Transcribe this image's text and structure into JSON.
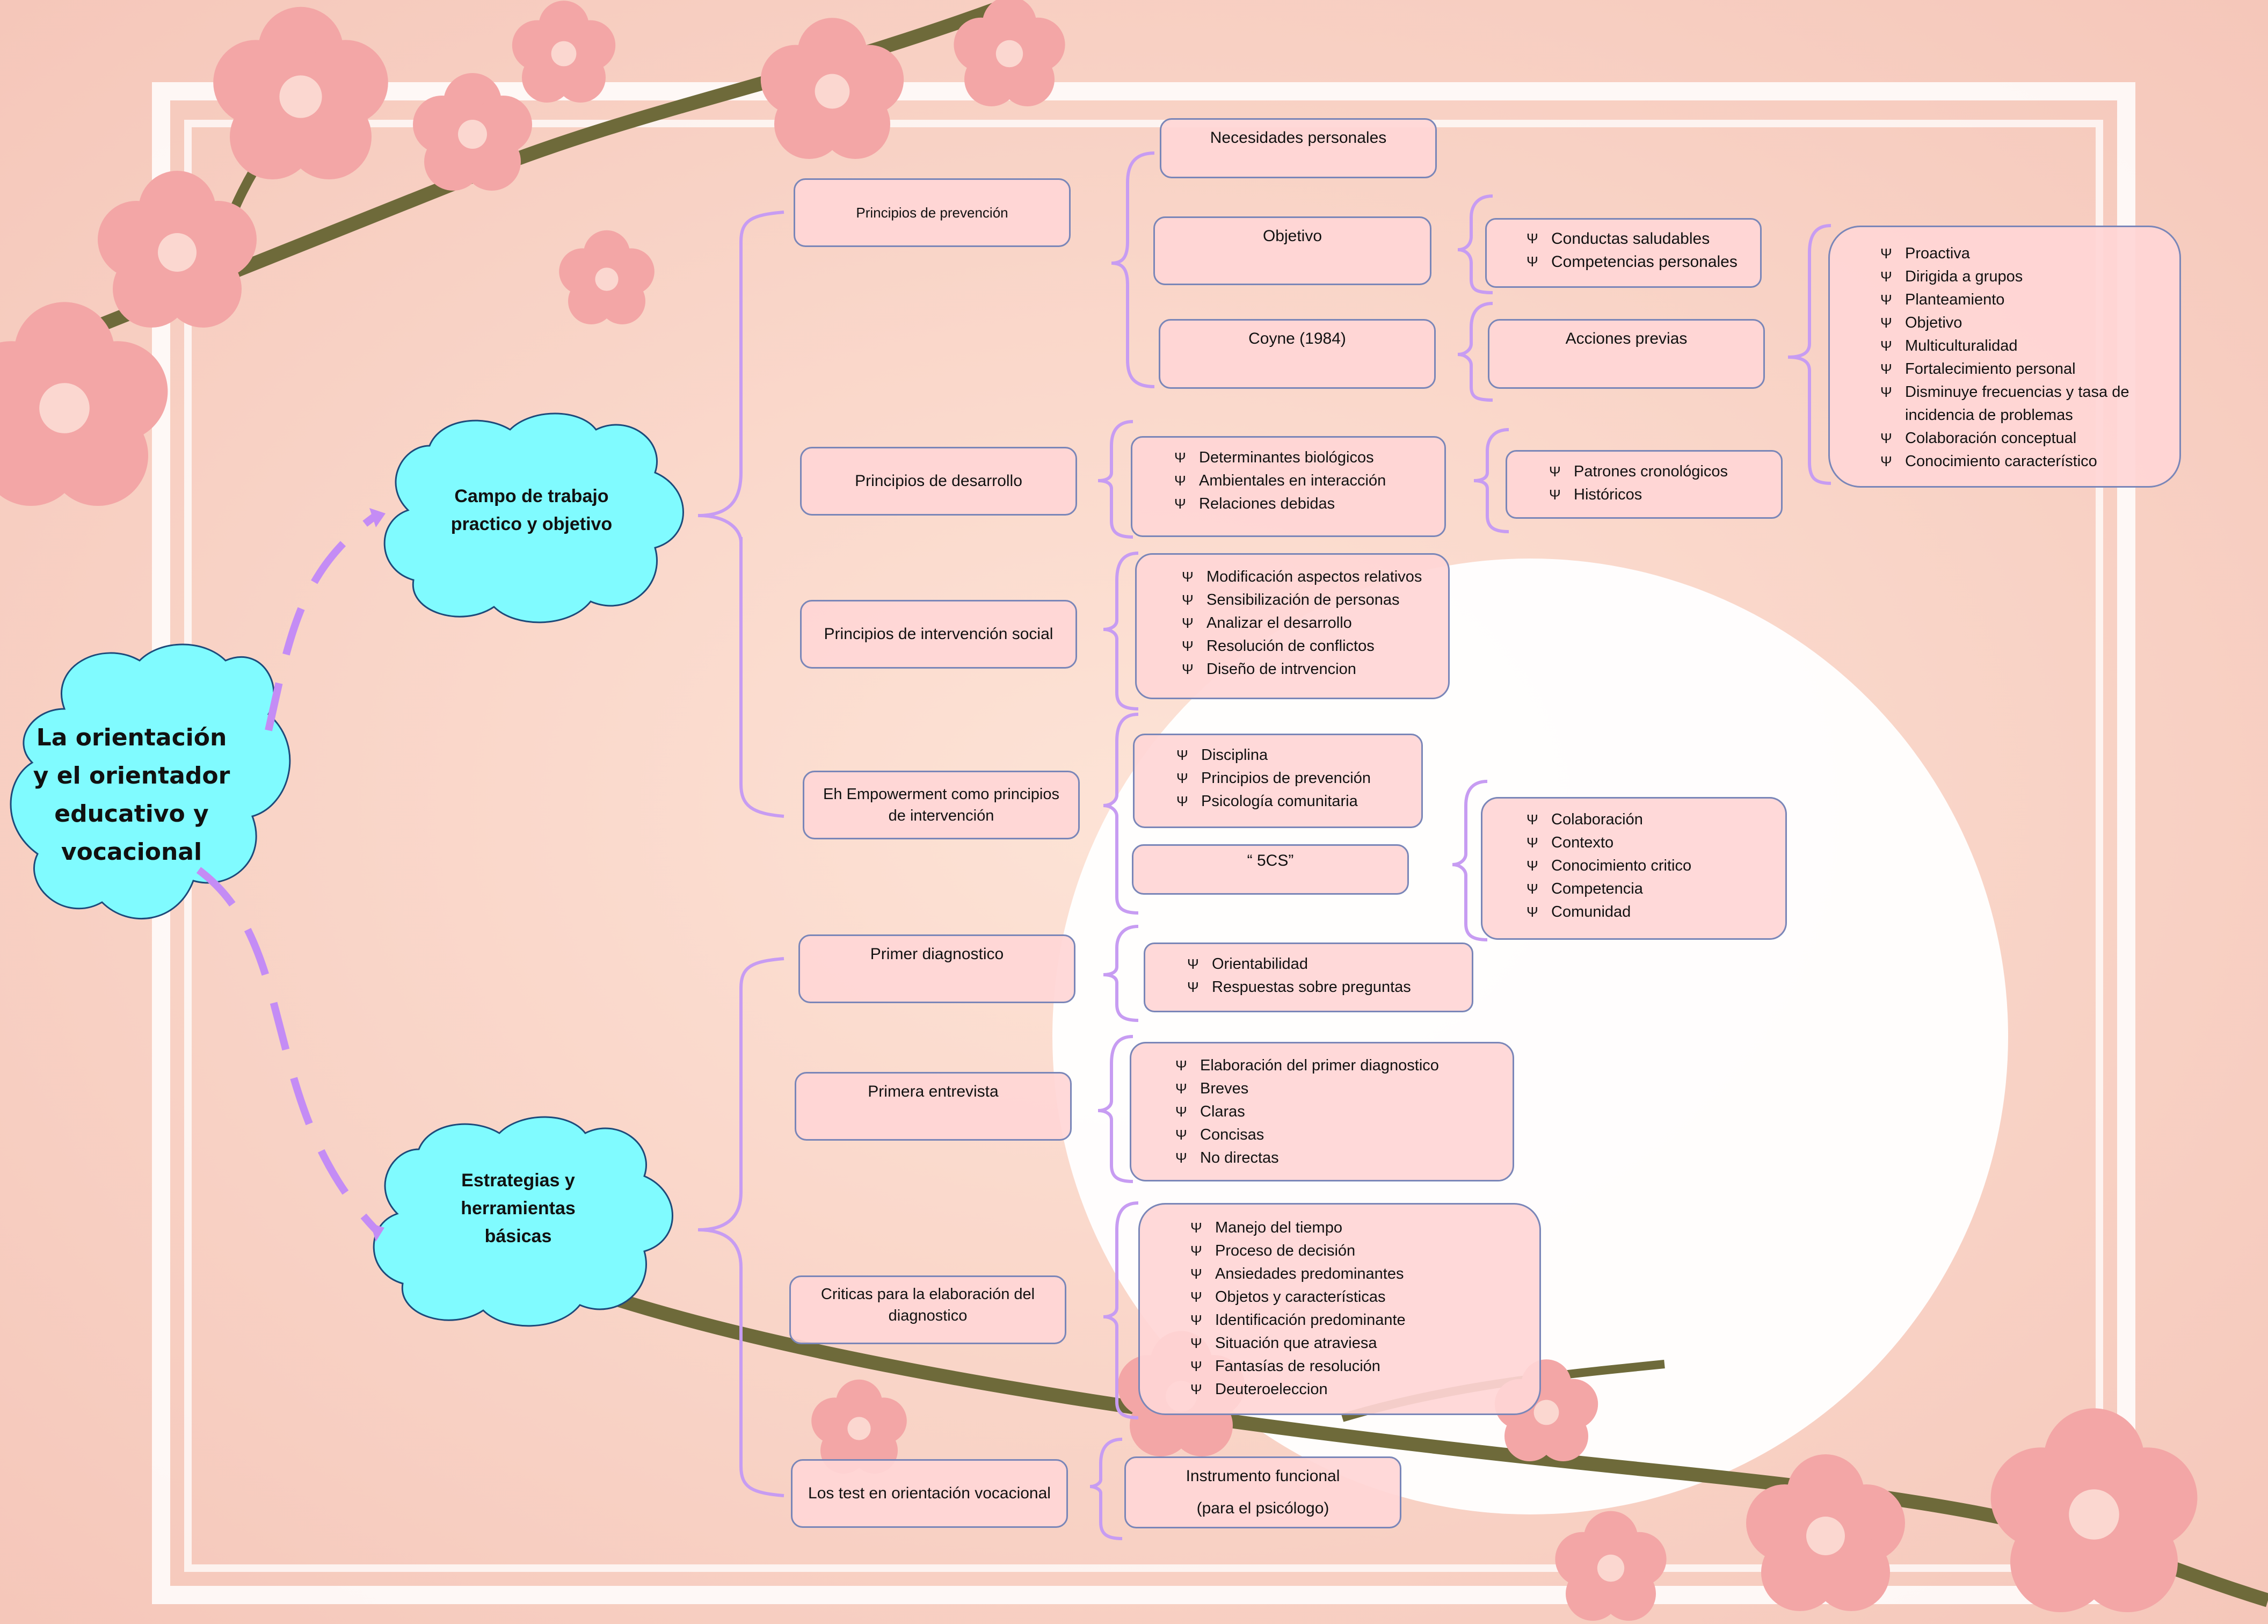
{
  "colors": {
    "cloud": "#80fbff",
    "node_fill": "#ffd6d6",
    "node_border": "#7a86b8",
    "bracket": "#c79cf2",
    "connector": "#c48cf5"
  },
  "central": {
    "label": "La orientación y el orientador educativo y vocacional"
  },
  "branches": {
    "campo": {
      "label": "Campo de trabajo practico y objetivo"
    },
    "estrategias": {
      "label": "Estrategias y herramientas básicas"
    }
  },
  "campo": {
    "prevencion": {
      "label": "Principios de prevención",
      "necesidades": "Necesidades personales",
      "objetivo": "Objetivo",
      "objetivo_items": [
        "Conductas saludables",
        "Competencias personales"
      ],
      "coyne": "Coyne (1984)",
      "acciones": "Acciones previas",
      "acciones_items": [
        "Proactiva",
        "Dirigida a grupos",
        "Planteamiento",
        "Objetivo",
        "Multiculturalidad",
        "Fortalecimiento personal",
        "Disminuye frecuencias y tasa de incidencia de problemas",
        "Colaboración conceptual",
        "Conocimiento característico"
      ]
    },
    "desarrollo": {
      "label": "Principios de desarrollo",
      "items": [
        "Determinantes biológicos",
        "Ambientales en interacción",
        "Relaciones debidas"
      ],
      "sub_items": [
        "Patrones cronológicos",
        "Históricos"
      ]
    },
    "intervencion": {
      "label": "Principios de intervención social",
      "items": [
        "Modificación aspectos relativos",
        "Sensibilización de personas",
        "Analizar el desarrollo",
        "Resolución de conflictos",
        "Diseño de intrvencion"
      ]
    },
    "empowerment": {
      "label": "Eh Empowerment como principios de intervención",
      "items": [
        "Disciplina",
        "Principios de prevención",
        "Psicología comunitaria"
      ],
      "fivecs": "“ 5CS”",
      "fivecs_items": [
        "Colaboración",
        "Contexto",
        "Conocimiento critico",
        "Competencia",
        "Comunidad"
      ]
    }
  },
  "estrategias": {
    "primer_diag": {
      "label": "Primer diagnostico",
      "items": [
        "Orientabilidad",
        "Respuestas sobre preguntas"
      ]
    },
    "entrevista": {
      "label": "Primera entrevista",
      "items": [
        "Elaboración del primer diagnostico",
        "Breves",
        "Claras",
        "Concisas",
        "No directas"
      ]
    },
    "criticas": {
      "label": "Criticas para la elaboración del diagnostico",
      "items": [
        "Manejo del tiempo",
        "Proceso de decisión",
        "Ansiedades predominantes",
        "Objetos y características",
        "Identificación predominante",
        "Situación que atraviesa",
        "Fantasías de resolución",
        "Deuteroeleccion"
      ]
    },
    "test": {
      "label": "Los test en orientación vocacional",
      "instrumento": "Instrumento funcional",
      "instrumento_sub": "(para el psicólogo)"
    }
  }
}
